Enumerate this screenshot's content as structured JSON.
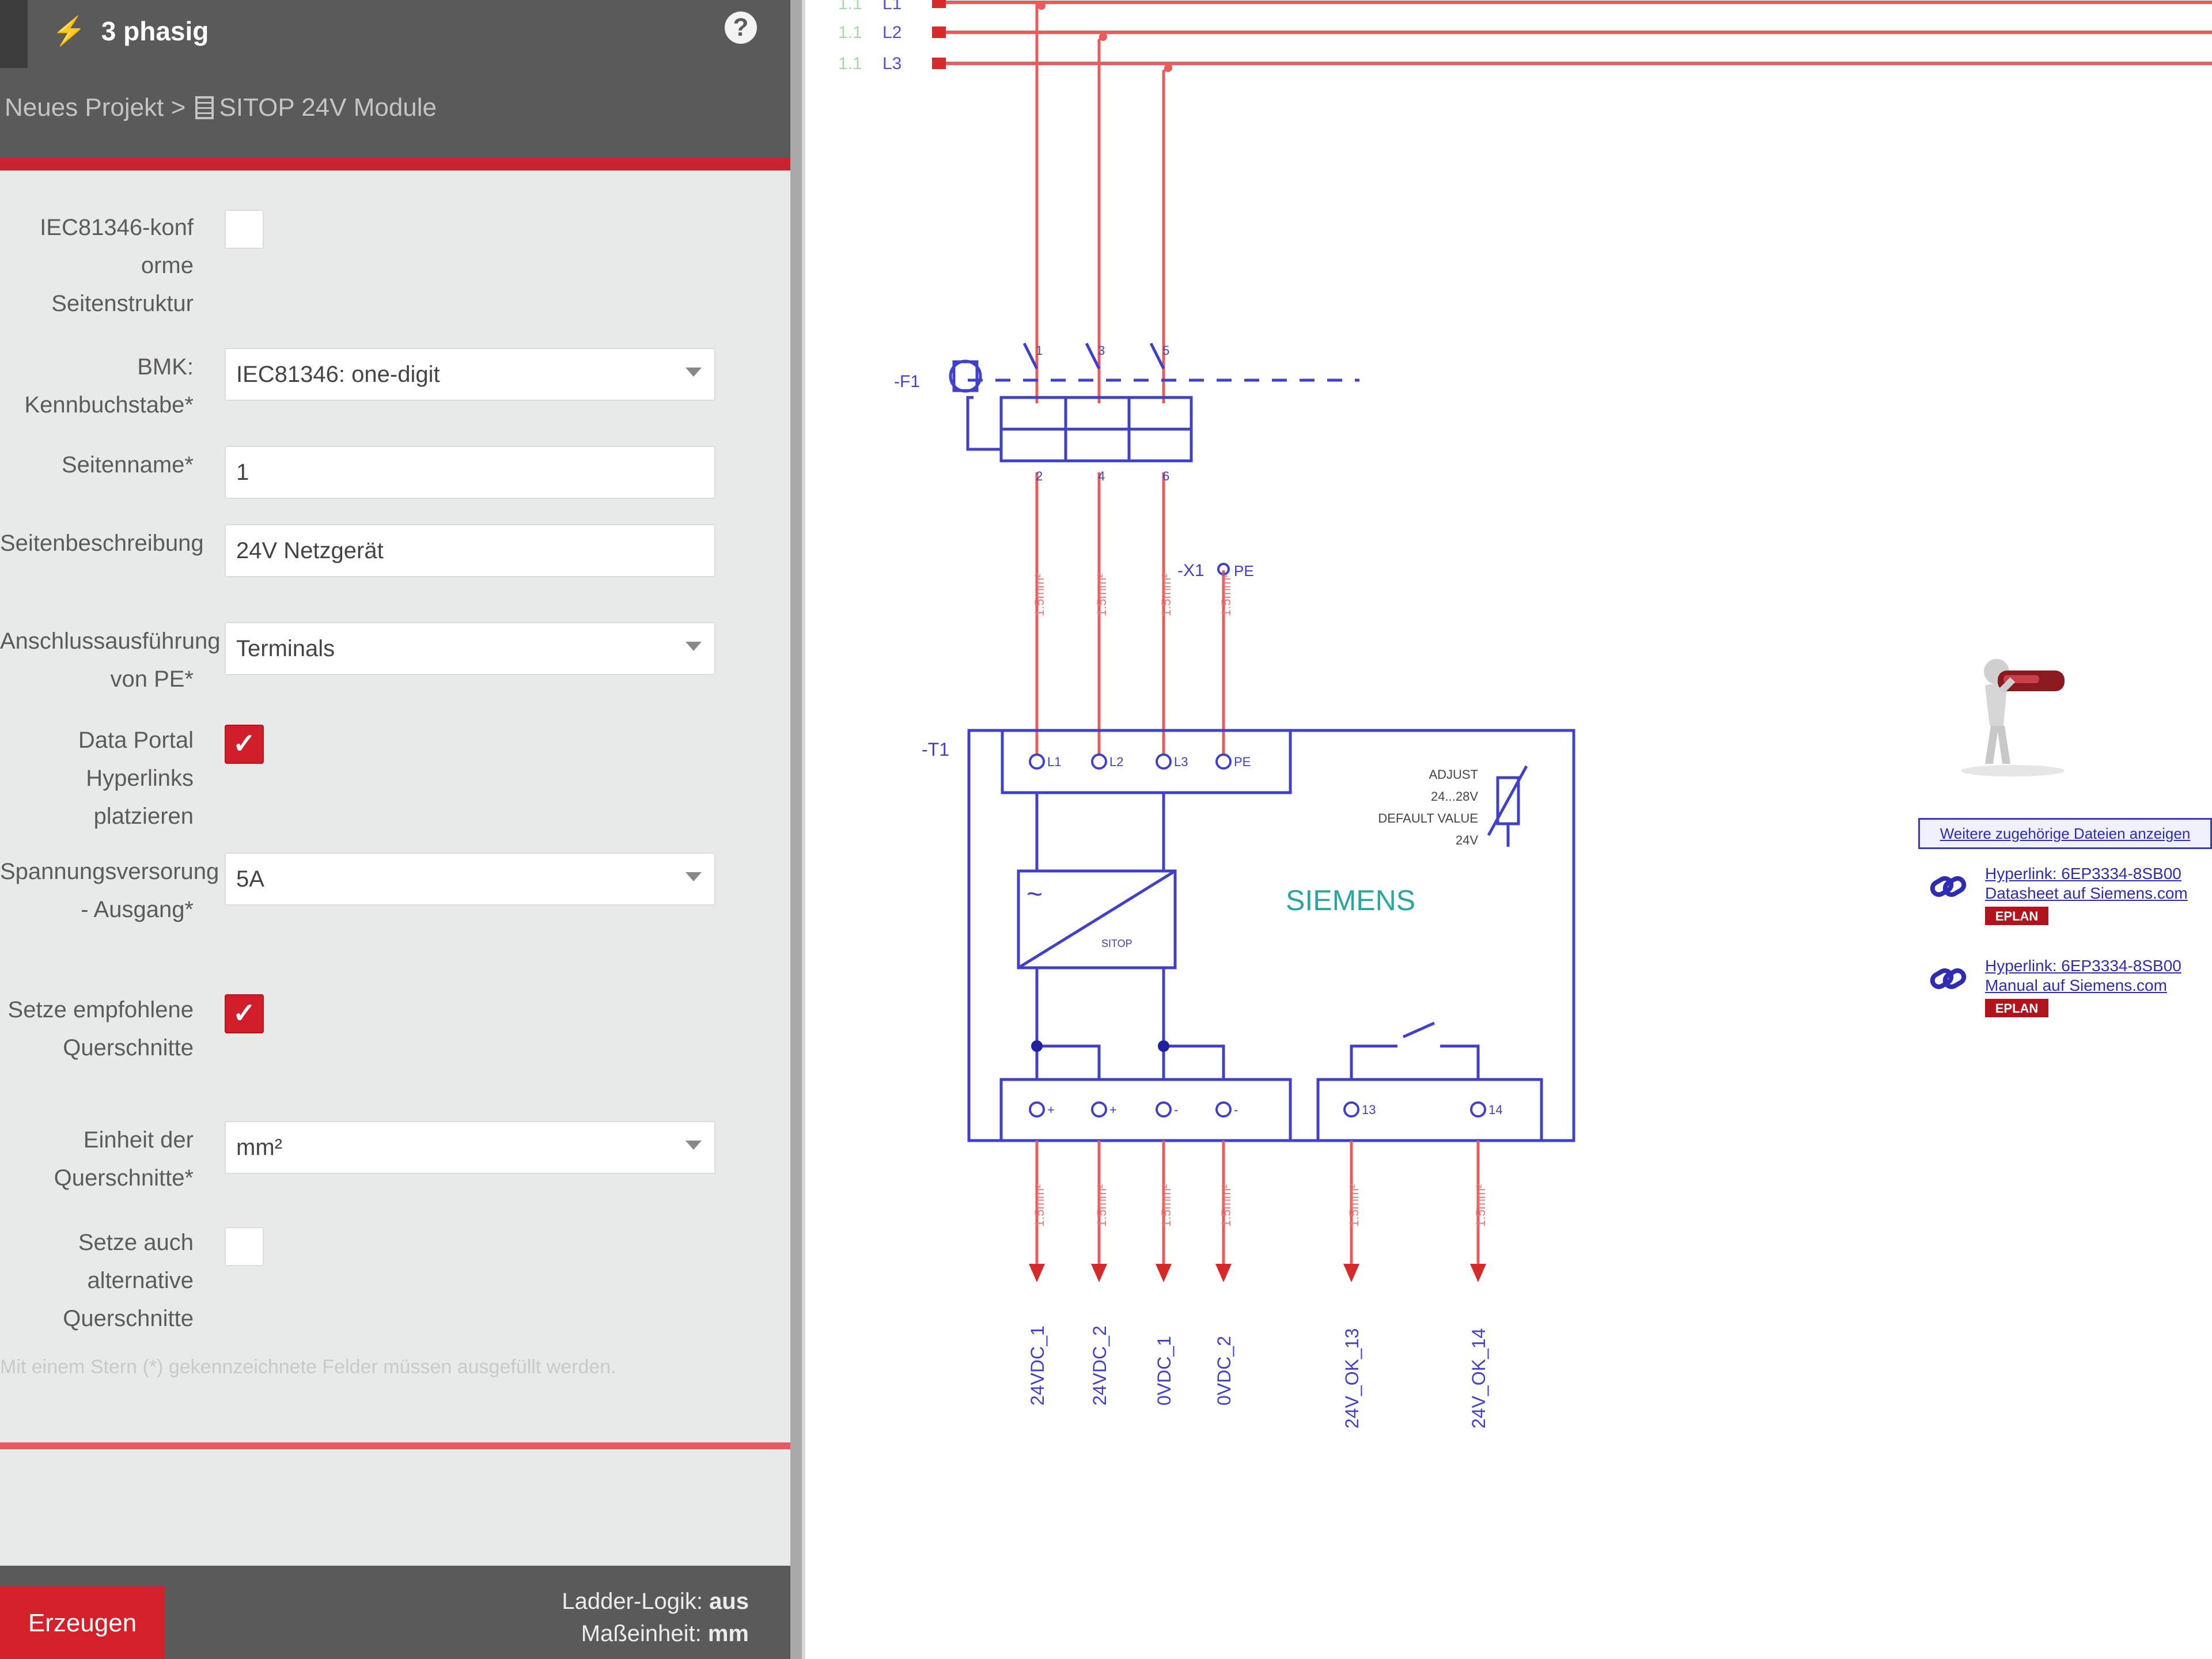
{
  "header": {
    "title": "3 phasig",
    "bolt": "⚡",
    "help": "?",
    "breadcrumb_project": "Neues Projekt",
    "breadcrumb_separator": ">",
    "breadcrumb_page": "SITOP 24V Module"
  },
  "form": {
    "fields": [
      {
        "label": "IEC81346-konf orme Seitenstruktur",
        "type": "checkbox",
        "checked": false
      },
      {
        "label": "BMK: Kennbuchstabe*",
        "type": "select",
        "value": "IEC81346: one-digit"
      },
      {
        "label": "Seitenname*",
        "type": "input",
        "value": "1"
      },
      {
        "label": "Seitenbeschreibung",
        "type": "input",
        "value": "24V Netzgerät"
      },
      {
        "label": "Anschlussausführung von PE*",
        "type": "select",
        "value": "Terminals"
      },
      {
        "label": "Data Portal Hyperlinks platzieren",
        "type": "checkbox",
        "checked": true
      },
      {
        "label": "Spannungsversorung - Ausgang*",
        "type": "select",
        "value": "5A"
      },
      {
        "label": "Setze empfohlene Querschnitte",
        "type": "checkbox",
        "checked": true
      },
      {
        "label": "Einheit der Querschnitte*",
        "type": "select",
        "value": "mm²"
      },
      {
        "label": "Setze auch alternative Querschnitte",
        "type": "checkbox",
        "checked": false
      }
    ],
    "required_note": "Mit einem Stern (*) gekennzeichnete Felder müssen ausgefüllt werden."
  },
  "footer": {
    "generate_label": "Erzeugen",
    "ladder_label": "Ladder-Logik:",
    "ladder_value": "aus",
    "unit_label": "Maßeinheit:",
    "unit_value": "mm",
    "checkmark": "✓"
  },
  "diagram": {
    "bus_lines": [
      "L1",
      "L2",
      "L3"
    ],
    "bus_prefix": "1.1",
    "fuse_tag": "-F1",
    "fuse_top_pins": [
      "1",
      "3",
      "5"
    ],
    "fuse_bottom_pins": [
      "2",
      "4",
      "6"
    ],
    "pe_tag": "-X1",
    "pe_label": "PE",
    "module_tag": "-T1",
    "input_terminals": [
      "L1",
      "L2",
      "L3",
      "PE"
    ],
    "brand": "SIEMENS",
    "adjust_text": [
      "ADJUST",
      "24...28V",
      "DEFAULT VALUE",
      "24V"
    ],
    "output_terminals": [
      "+",
      "+",
      "-",
      "-"
    ],
    "relay_terminals": [
      "13",
      "14"
    ],
    "wire_labels": [
      "1.5mm²",
      "1.5mm²",
      "1.5mm²",
      "1.5mm²"
    ],
    "output_wire_label": "1.5mm²",
    "potential_labels": [
      "24VDC_1",
      "24VDC_2",
      "0VDC_1",
      "0VDC_2",
      "24V_OK_13",
      "24V_OK_14"
    ],
    "converter_symbol": "~",
    "converter_sub": "SITOP"
  },
  "side_panel": {
    "button_label": "Weitere zugehörige Dateien anzeigen",
    "links": [
      {
        "text": "Hyperlink: 6EP3334-8SB00",
        "sub": "Datasheet auf Siemens.com"
      },
      {
        "text": "Hyperlink: 6EP3334-8SB00",
        "sub": "Manual auf Siemens.com"
      }
    ],
    "logo_text": "EPLAN"
  },
  "colors": {
    "accent_red": "#c8242d",
    "wire_red": "#e04040",
    "symbol_blue": "#3d3dc0",
    "brand_teal": "#2aa5a0",
    "header_gray": "#5a5a5a",
    "panel_bg": "#e8eaea"
  }
}
